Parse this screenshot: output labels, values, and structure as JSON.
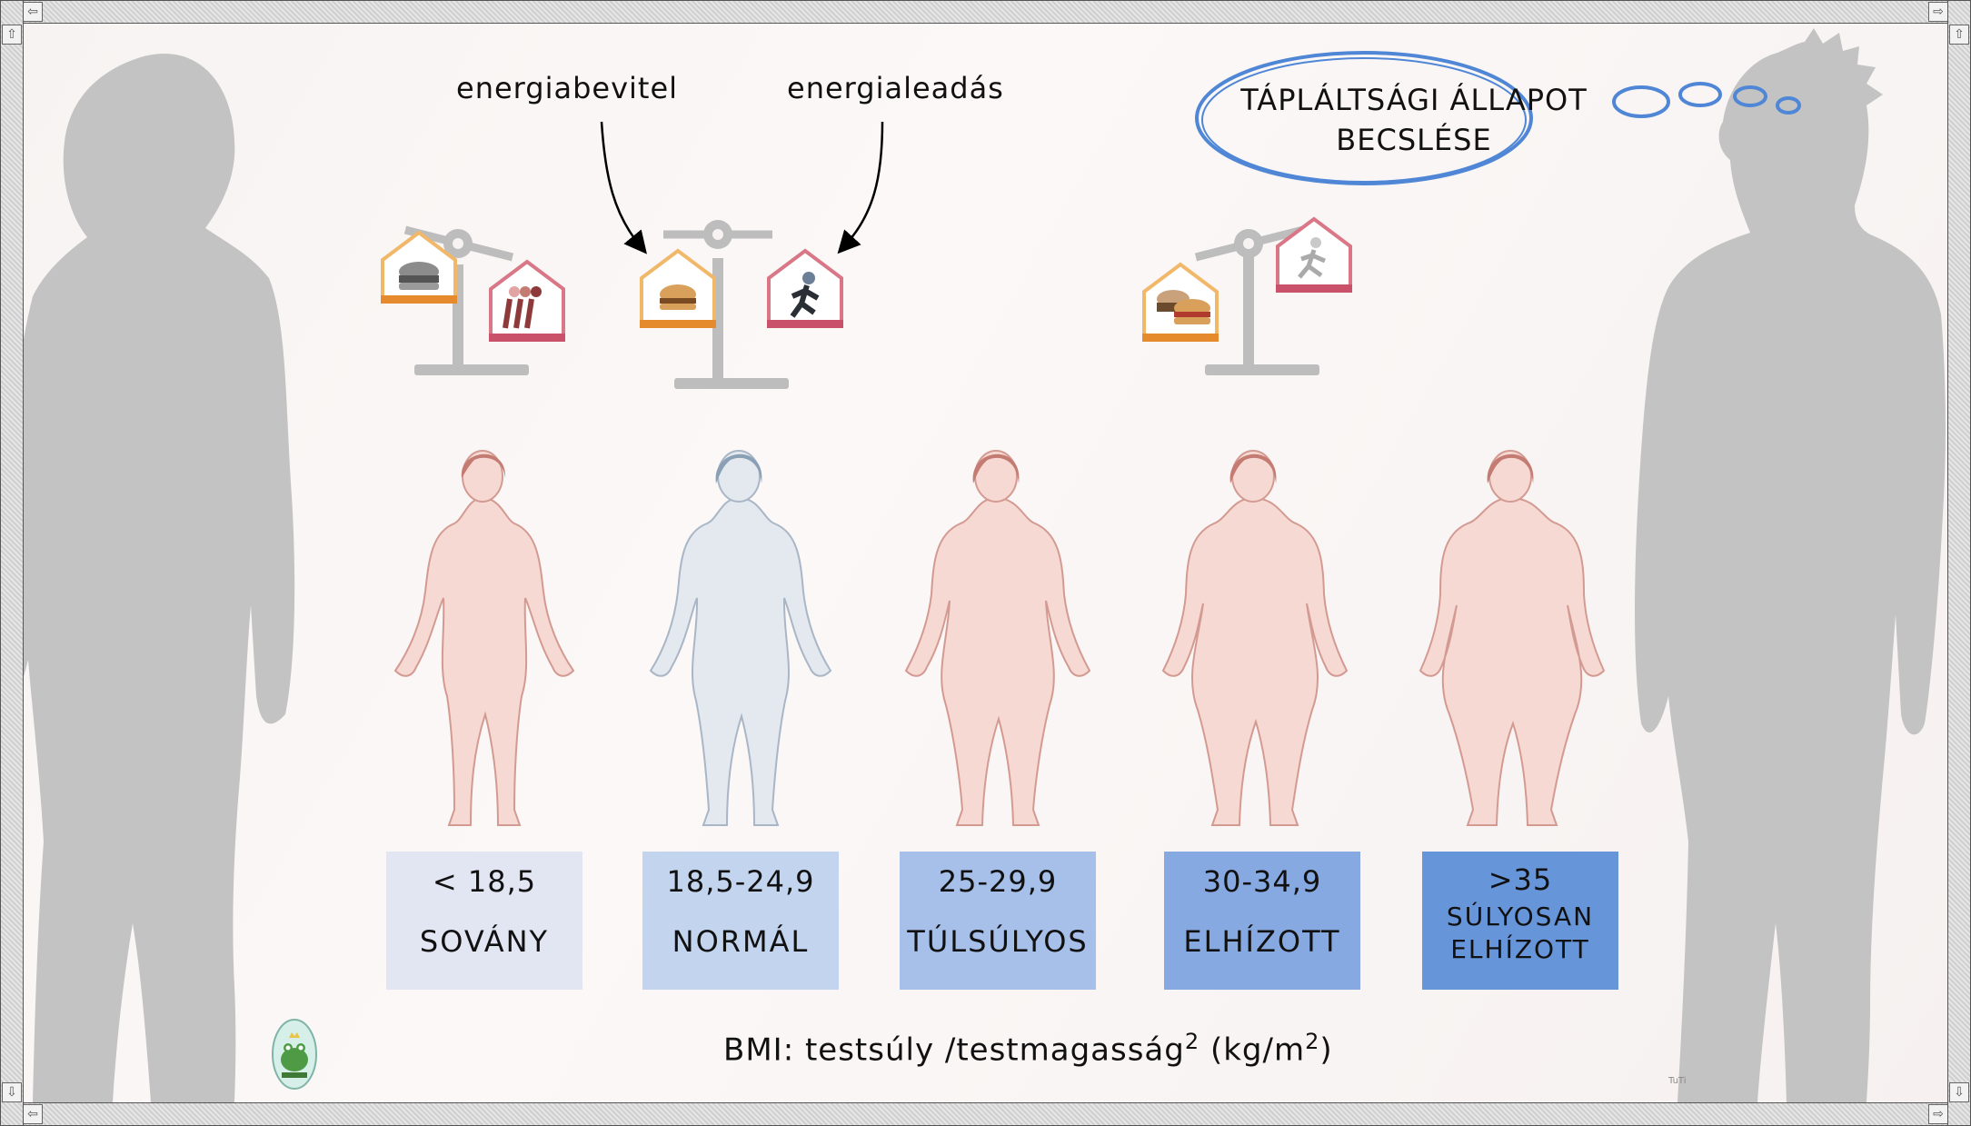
{
  "arrows": {
    "intake": "energiabevitel",
    "expenditure": "energialeadás"
  },
  "thought": {
    "line1": "TÁPLÁLTSÁGI ÁLLAPOT",
    "line2": "BECSLÉSE"
  },
  "categories": [
    {
      "range": "< 18,5",
      "label": "SOVÁNY",
      "color": "#e2e6f3"
    },
    {
      "range": "18,5-24,9",
      "label": "NORMÁL",
      "color": "#c3d4ef"
    },
    {
      "range": "25-29,9",
      "label": "TÚLSÚLYOS",
      "color": "#a6c0e9"
    },
    {
      "range": "30-34,9",
      "label": "ELHÍZOTT",
      "color": "#87a9e2"
    },
    {
      "range": ">35",
      "label_line1": "SÚLYOSAN",
      "label_line2": "ELHÍZOTT",
      "color": "#6695da"
    }
  ],
  "formula": {
    "prefix": "BMI: testsúly /testmagasság",
    "exp1": "2",
    "units_open": " (kg/m",
    "exp2": "2",
    "units_close": ")"
  },
  "credit": "TuTi",
  "colors": {
    "intake_house": "#f1b86a",
    "intake_base": "#e68a2e",
    "expenditure_house": "#d97787",
    "expenditure_base": "#c9526a",
    "scale_gray": "#bdbdbd",
    "skin": "#f6d9d3",
    "skin_outline": "#d39a92",
    "hair": "#c47b72",
    "normal_skin": "#e4e9ef",
    "normal_outline": "#a9b6c6",
    "normal_hair": "#8aa0b5",
    "silhouette": "#c3c3c3",
    "bubble": "#4f86d6"
  }
}
